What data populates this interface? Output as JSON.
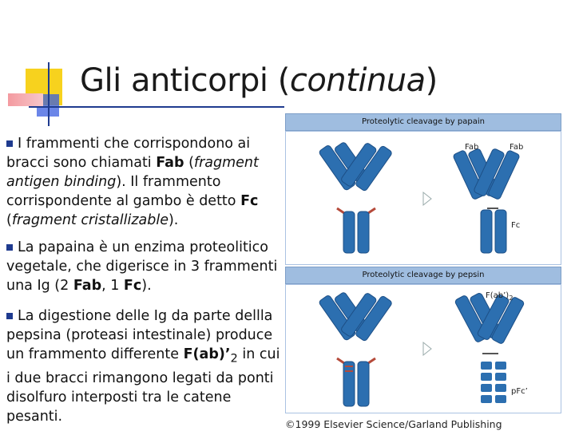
{
  "slide": {
    "title_main": "Gli anticorpi (",
    "title_italic": "continua",
    "title_end": ")"
  },
  "bullets": [
    {
      "p1": "I frammenti che corrispondono ai bracci sono chiamati ",
      "b1": "Fab",
      "p2": " (",
      "i1": "fragment antigen binding",
      "p3": "). Il frammento corrispondente al gambo è detto ",
      "b2": "Fc",
      "p4": " (",
      "i2": "fragment cristallizable",
      "p5": ")."
    },
    {
      "p1": "La papaina è un enzima proteolitico vegetale, che digerisce in 3 frammenti una Ig (2 ",
      "b1": "Fab",
      "p2": ", 1 ",
      "b2": "Fc",
      "p3": ")."
    },
    {
      "p1": "La digestione delle Ig da parte dellla pepsina (proteasi intestinale) produce un frammento differente ",
      "b1": "F(ab)’",
      "sub": "2",
      "p2": " in cui i due bracci rimangono legati da ponti disolfuro interposti tra le catene pesanti."
    }
  ],
  "figure": {
    "papain_header": "Proteolytic cleavage by papain",
    "pepsin_header": "Proteolytic cleavage by pepsin",
    "label_fab_1": "Fab",
    "label_fab_2": "Fab",
    "label_fc": "Fc",
    "label_fab2": "F(ab’)",
    "label_fab2_sub": "2",
    "label_pfc": "pFc’",
    "credit": "©1999 Elsevier Science/Garland Publishing"
  },
  "colors": {
    "antibody_blue": "#2c6fb0",
    "antibody_dark": "#1d4f86",
    "header_blue": "#9fbde0",
    "disulfide_red": "#b54a3a",
    "deco_yellow": "#f7d21e",
    "deco_pink": "#f49aa0",
    "deco_blue": "#3a5ee0"
  }
}
